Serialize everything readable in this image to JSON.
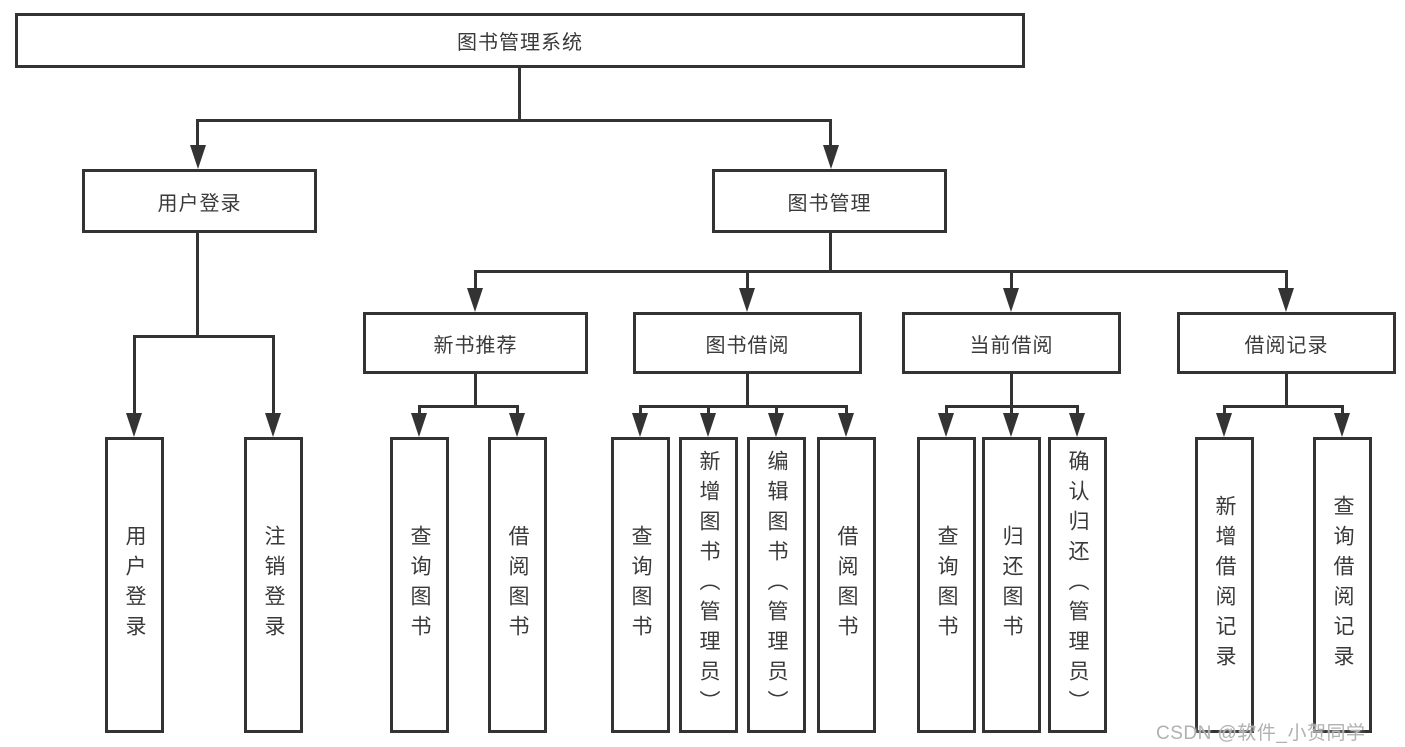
{
  "title": "图书管理系统",
  "nodes": {
    "user_login": "用户登录",
    "book_mgmt": "图书管理",
    "new_books": "新书推荐",
    "book_borrow": "图书借阅",
    "current_borrow": "当前借阅",
    "borrow_records": "借阅记录",
    "leaf_user_login": "用户登录",
    "leaf_logout": "注销登录",
    "nb_query_books": "查询图书",
    "nb_borrow_books": "借阅图书",
    "bb_query_books": "查询图书",
    "bb_add_books": "新增图书（管理员）",
    "bb_edit_books": "编辑图书（管理员）",
    "bb_borrow_books": "借阅图书",
    "cb_query_books": "查询图书",
    "cb_return_books": "归还图书",
    "cb_confirm_return": "确认归还（管理员）",
    "br_add_record": "新增借阅记录",
    "br_query_record": "查询借阅记录"
  },
  "watermark": "CSDN @软件_小贺同学",
  "colors": {
    "line": "#333333",
    "text": "#3a3a3a",
    "background": "#ffffff",
    "watermark": "#b1b1b1"
  }
}
